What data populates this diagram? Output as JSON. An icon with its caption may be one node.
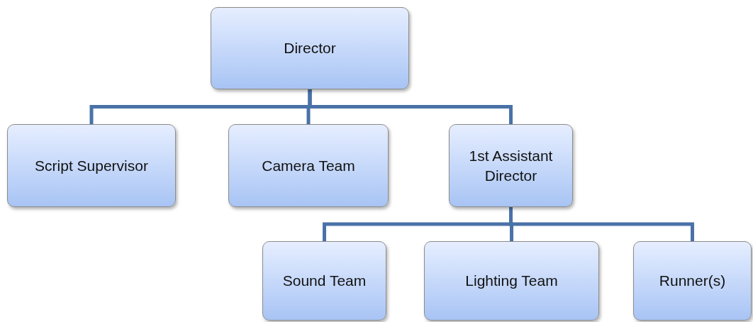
{
  "diagram": {
    "nodes": [
      {
        "text": [
          "Director"
        ]
      },
      {
        "text": [
          "Script Supervisor"
        ]
      },
      {
        "text": [
          "Camera Team"
        ]
      },
      {
        "text": [
          "1st Assistant Director"
        ]
      },
      {
        "text": [
          "Sound Team"
        ]
      },
      {
        "text": [
          "Lighting Team"
        ]
      },
      {
        "text": [
          "Runner(s)"
        ]
      }
    ],
    "edges": [
      {
        "from": 0,
        "to": 1,
        "arrow": "none"
      },
      {
        "from": 0,
        "to": 2,
        "arrow": "none"
      },
      {
        "from": 0,
        "to": 3,
        "arrow": "none"
      },
      {
        "from": 3,
        "to": 4,
        "arrow": "none"
      },
      {
        "from": 3,
        "to": 5,
        "arrow": "none"
      },
      {
        "from": 3,
        "to": 6,
        "arrow": "none"
      }
    ]
  }
}
